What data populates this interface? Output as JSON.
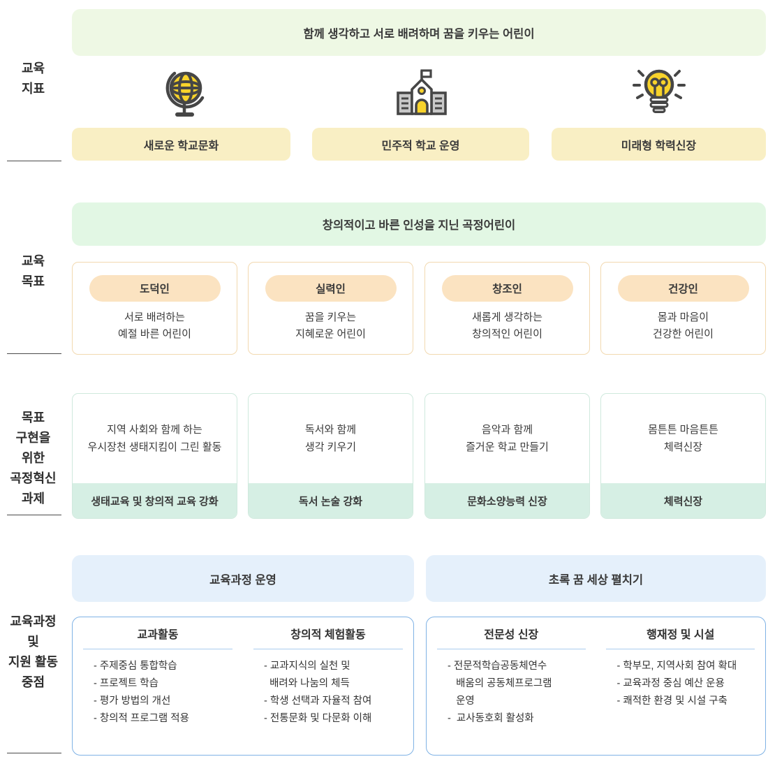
{
  "colors": {
    "banner_green_top": "#eef8e4",
    "banner_green_goals": "#e2f7e4",
    "pillar_yellow": "#f9efc4",
    "goal_pill_peach": "#fbe3c1",
    "goal_border": "#f2d9b0",
    "task_footer_mint": "#d6efe4",
    "task_border": "#cfe9dd",
    "banner_blue": "#e5f0fb",
    "detail_border": "#7fb2e5",
    "icon_yellow": "#f8d32b",
    "icon_dark": "#464646",
    "icon_gray": "#c8c8c8",
    "text": "#333333"
  },
  "s1": {
    "label": "교육\n지표",
    "banner": "함께 생각하고 서로 배려하며 꿈을 키우는 어린이",
    "pillars": [
      {
        "icon": "globe-icon",
        "label": "새로운 학교문화"
      },
      {
        "icon": "school-icon",
        "label": "민주적 학교 운영"
      },
      {
        "icon": "lightbulb-icon",
        "label": "미래형 학력신장"
      }
    ]
  },
  "s2": {
    "label": "교육\n목표",
    "banner": "창의적이고 바른 인성을 지닌 곡정어린이",
    "cards": [
      {
        "title": "도덕인",
        "desc": "서로 배려하는\n예절 바른 어린이"
      },
      {
        "title": "실력인",
        "desc": "꿈을 키우는\n지혜로운 어린이"
      },
      {
        "title": "창조인",
        "desc": "새롭게 생각하는\n창의적인 어린이"
      },
      {
        "title": "건강인",
        "desc": "몸과 마음이\n건강한 어린이"
      }
    ]
  },
  "s3": {
    "label": "목표\n구현을\n위한\n곡정혁신\n과제",
    "cards": [
      {
        "desc": "지역 사회와 함께 하는\n우시장천 생태지킴이 그린 활동",
        "footer": "생태교육 및 창의적 교육 강화"
      },
      {
        "desc": "독서와 함께\n생각 키우기",
        "footer": "독서 논술 강화"
      },
      {
        "desc": "음악과 함께\n즐거운 학교 만들기",
        "footer": "문화소양능력 신장"
      },
      {
        "desc": "몸튼튼 마음튼튼\n체력신장",
        "footer": "체력신장"
      }
    ]
  },
  "s4": {
    "label": "교육과정\n및\n지원 활동\n중점",
    "groups": [
      {
        "banner": "교육과정 운영",
        "columns": [
          {
            "title": "교과활동",
            "items": [
              "- 주제중심 통합학습",
              "- 프로젝트 학습",
              "- 평가 방법의 개선",
              "- 창의적 프로그램 적용"
            ]
          },
          {
            "title": "창의적 체험활동",
            "items": [
              "- 교과지식의 실천 및\n  배려와 나눔의 체득",
              "- 학생 선택과 자율적 참여",
              "- 전통문화 및 다문화 이해"
            ]
          }
        ]
      },
      {
        "banner": "초록 꿈 세상 펼치기",
        "columns": [
          {
            "title": "전문성 신장",
            "items": [
              "- 전문적학습공동체연수\n   배움의 공동체프로그램\n   운영",
              "-  교사동호회 활성화"
            ]
          },
          {
            "title": "행재정 및 시설",
            "items": [
              "- 학부모, 지역사회 참여 확대",
              "- 교육과정 중심 예산 운용",
              "- 쾌적한 환경 및 시설 구축"
            ]
          }
        ]
      }
    ]
  }
}
